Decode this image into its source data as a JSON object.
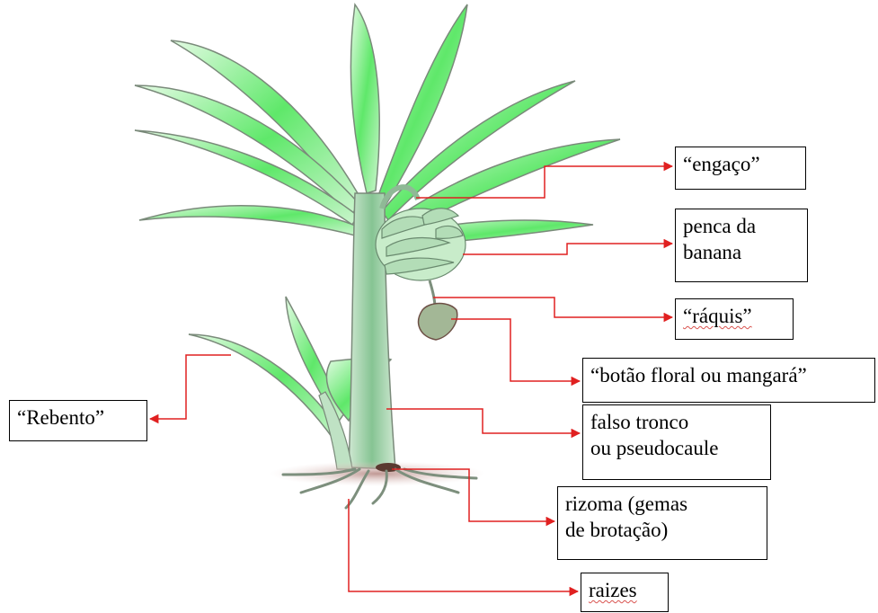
{
  "colors": {
    "leaf_fill": "#5fe86a",
    "leaf_light": "#c8f5c9",
    "leaf_outline": "#7a8a7a",
    "stem": "#8fc79a",
    "soil": "#c9a4a0",
    "callout": "#e02020",
    "box_border": "#000000"
  },
  "labels": {
    "engaco": "“engaço”",
    "penca_line1": "penca da",
    "penca_line2": "banana",
    "raquis": "“ráquis”",
    "botao": "“botão floral ou mangará”",
    "rebento": "“Rebento”",
    "falso_line1": "falso tronco",
    "falso_line2": "ou pseudocaule",
    "rizoma_line1": "rizoma (gemas",
    "rizoma_line2": "de brotação)",
    "raizes": "raizes"
  }
}
